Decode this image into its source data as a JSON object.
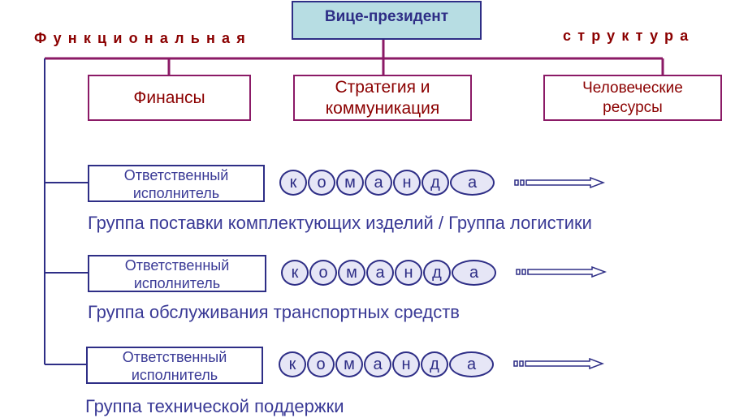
{
  "header": {
    "vice_president": "Вице-президент",
    "left_caption": "Функциональная",
    "right_caption": "структура"
  },
  "departments": [
    "Финансы",
    "Стратегия и коммуникация",
    "Человеческие ресурсы"
  ],
  "groups": [
    {
      "owner": "Ответственный исполнитель",
      "team": [
        "к",
        "о",
        "м",
        "а",
        "н",
        "д",
        "а"
      ],
      "title": "Группа поставки комплектующих изделий / Группа логистики"
    },
    {
      "owner": "Ответственный исполнитель",
      "team": [
        "к",
        "о",
        "м",
        "а",
        "н",
        "д",
        "а"
      ],
      "title": "Группа обслуживания транспортных средств"
    },
    {
      "owner": "Ответственный исполнитель",
      "team": [
        "к",
        "о",
        "м",
        "а",
        "н",
        "д",
        "а"
      ],
      "title": "Группа технической поддержки"
    }
  ],
  "colors": {
    "navy": "#2e2e86",
    "purple": "#8b1a66",
    "maroon": "#8b0000",
    "vp_fill": "#b7dde3",
    "bead_fill": "#e6e6f6"
  }
}
